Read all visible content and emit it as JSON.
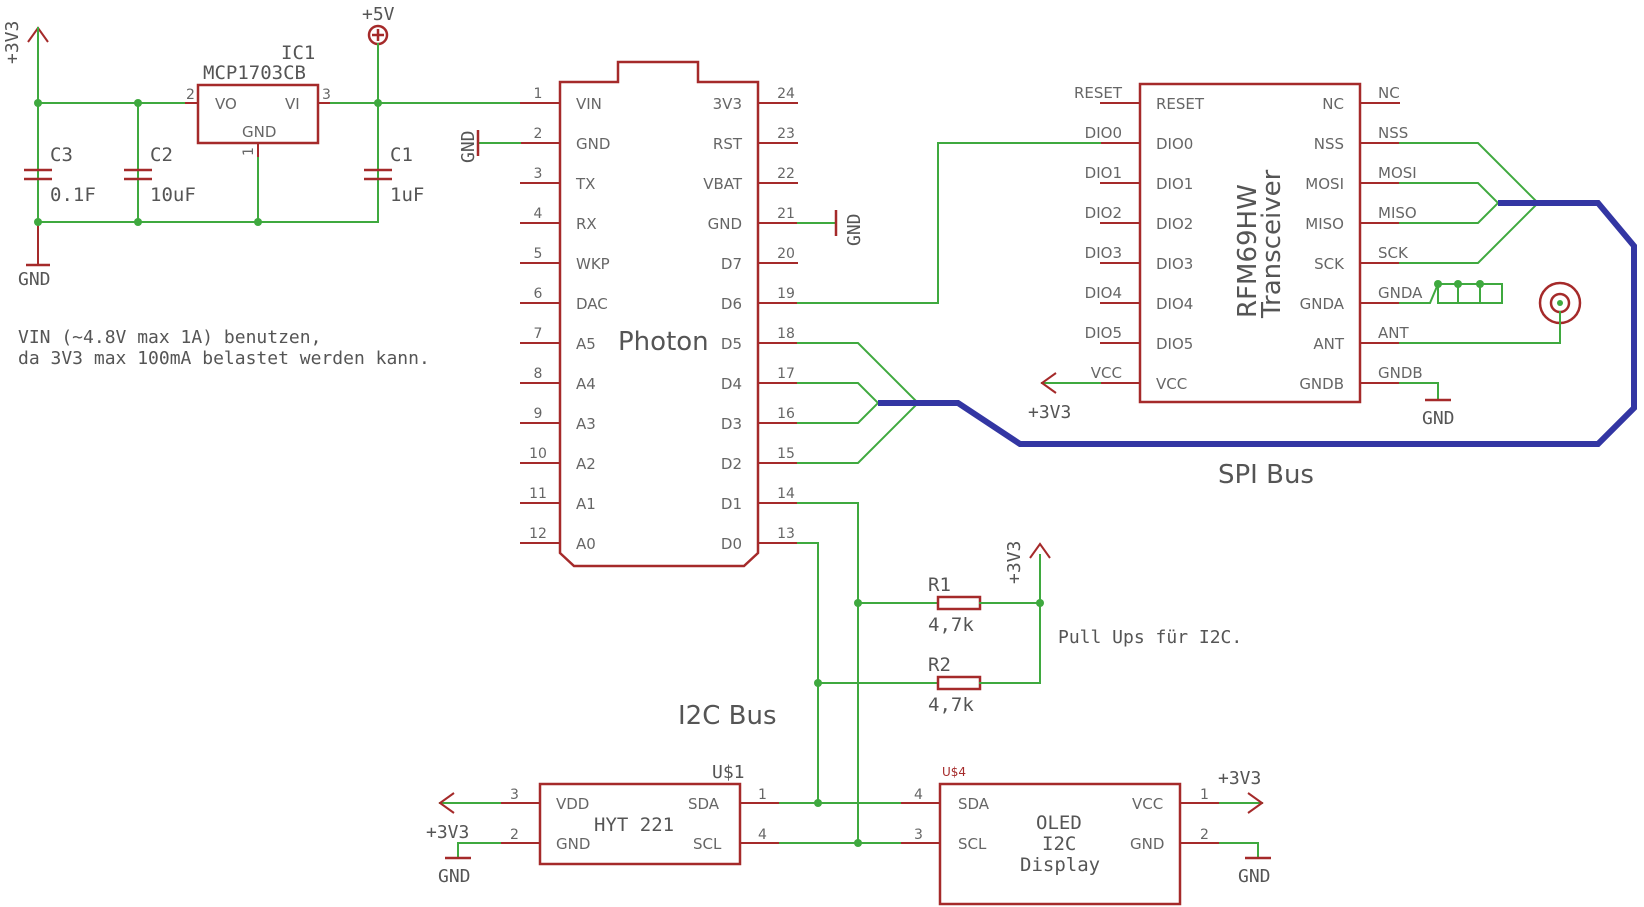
{
  "labels": {
    "p3v3_tl": "+3V3",
    "p5v": "+5V",
    "gnd_left": "GND",
    "gnd_photon": "GND",
    "gnd_photon_r": "GND",
    "p3v3_rfm": "+3V3",
    "gnd_rfm": "GND",
    "p3v3_pullup": "+3V3",
    "p3v3_hyt": "+3V3",
    "gnd_hyt": "GND",
    "p3v3_oled": "+3V3",
    "gnd_oled": "GND"
  },
  "ic1": {
    "name": "IC1",
    "value": "MCP1703CB",
    "pin_vo": "VO",
    "pin_vi": "VI",
    "pin_gnd": "GND",
    "n_vo": "2",
    "n_vi": "3",
    "n_gnd": "1"
  },
  "caps": {
    "c3": "C3",
    "c3_value": "0.1F",
    "c2": "C2",
    "c2_value": "10uF",
    "c1": "C1",
    "c1_value": "1uF"
  },
  "note": {
    "line1": "VIN (~4.8V max 1A) benutzen,",
    "line2": "da 3V3 max 100mA belastet werden kann."
  },
  "photon": {
    "title": "Photon",
    "left_pins": [
      {
        "num": "1",
        "name": "VIN"
      },
      {
        "num": "2",
        "name": "GND"
      },
      {
        "num": "3",
        "name": "TX"
      },
      {
        "num": "4",
        "name": "RX"
      },
      {
        "num": "5",
        "name": "WKP"
      },
      {
        "num": "6",
        "name": "DAC"
      },
      {
        "num": "7",
        "name": "A5"
      },
      {
        "num": "8",
        "name": "A4"
      },
      {
        "num": "9",
        "name": "A3"
      },
      {
        "num": "10",
        "name": "A2"
      },
      {
        "num": "11",
        "name": "A1"
      },
      {
        "num": "12",
        "name": "A0"
      }
    ],
    "right_pins": [
      {
        "num": "24",
        "name": "3V3"
      },
      {
        "num": "23",
        "name": "RST"
      },
      {
        "num": "22",
        "name": "VBAT"
      },
      {
        "num": "21",
        "name": "GND"
      },
      {
        "num": "20",
        "name": "D7"
      },
      {
        "num": "19",
        "name": "D6"
      },
      {
        "num": "18",
        "name": "D5"
      },
      {
        "num": "17",
        "name": "D4"
      },
      {
        "num": "16",
        "name": "D3"
      },
      {
        "num": "15",
        "name": "D2"
      },
      {
        "num": "14",
        "name": "D1"
      },
      {
        "num": "13",
        "name": "D0"
      }
    ]
  },
  "rfm": {
    "title_line1": "RFM69HW",
    "title_line2": "Transceiver",
    "left_pins": [
      {
        "sig": "RESET",
        "name": "RESET"
      },
      {
        "sig": "DIO0",
        "name": "DIO0"
      },
      {
        "sig": "DIO1",
        "name": "DIO1"
      },
      {
        "sig": "DIO2",
        "name": "DIO2"
      },
      {
        "sig": "DIO3",
        "name": "DIO3"
      },
      {
        "sig": "DIO4",
        "name": "DIO4"
      },
      {
        "sig": "DIO5",
        "name": "DIO5"
      },
      {
        "sig": "VCC",
        "name": "VCC"
      }
    ],
    "right_pins": [
      {
        "sig": "NC",
        "name": "NC"
      },
      {
        "sig": "NSS",
        "name": "NSS"
      },
      {
        "sig": "MOSI",
        "name": "MOSI"
      },
      {
        "sig": "MISO",
        "name": "MISO"
      },
      {
        "sig": "SCK",
        "name": "SCK"
      },
      {
        "sig": "GNDA",
        "name": "GNDA"
      },
      {
        "sig": "ANT",
        "name": "ANT"
      },
      {
        "sig": "GNDB",
        "name": "GNDB"
      }
    ]
  },
  "spi_label": "SPI Bus",
  "i2c_label": "I2C Bus",
  "pullup_note": "Pull Ups für I2C.",
  "r1": {
    "name": "R1",
    "value": "4,7k"
  },
  "r2": {
    "name": "R2",
    "value": "4,7k"
  },
  "hyt": {
    "des": "U$1",
    "title": "HYT 221",
    "pin_vdd": "VDD",
    "pin_gnd": "GND",
    "pin_sda": "SDA",
    "pin_scl": "SCL",
    "n_vdd": "3",
    "n_gnd": "2",
    "n_sda": "1",
    "n_scl": "4"
  },
  "oled": {
    "des": "U$4",
    "title1": "OLED",
    "title2": "I2C",
    "title3": "Display",
    "pin_sda": "SDA",
    "pin_scl": "SCL",
    "pin_vcc": "VCC",
    "pin_gnd": "GND",
    "n_sda": "4",
    "n_scl": "3",
    "n_vcc": "1",
    "n_gnd": "2"
  },
  "colors": {
    "wire": "#3fa93f",
    "part": "#a52a2a",
    "bus": "#3336a3",
    "text": "#555555"
  }
}
